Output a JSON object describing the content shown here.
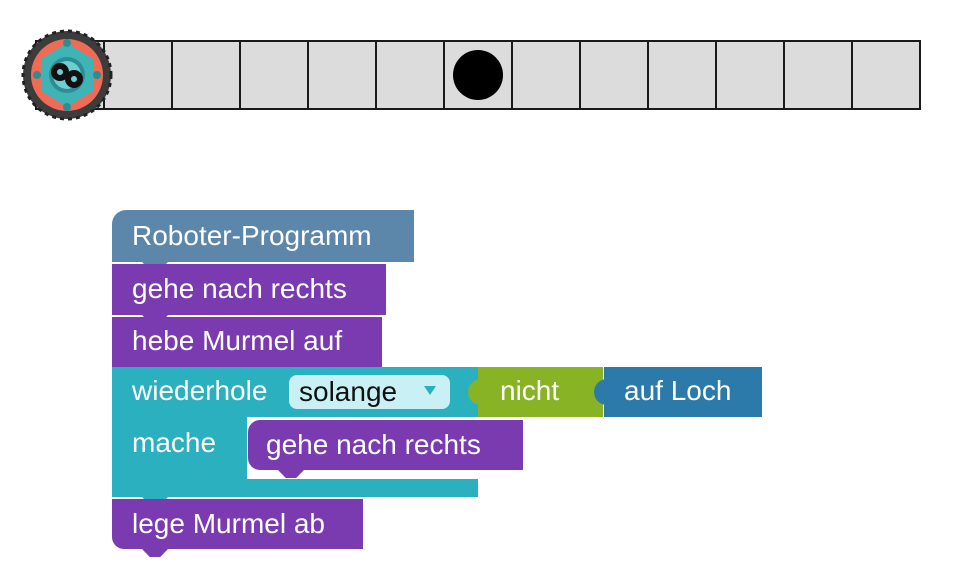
{
  "world": {
    "cells": 13,
    "hole_cell_index": 6,
    "marble_cell_index": 0,
    "robot_cell_index": 0
  },
  "program": {
    "hat_label": "Roboter-Programm",
    "step1_label": "gehe nach rechts",
    "step2_label": "hebe Murmel auf",
    "loop_label": "wiederhole",
    "loop_mode_value": "solange",
    "condition_not_label": "nicht",
    "condition_sensor_label": "auf Loch",
    "do_label": "mache",
    "loop_body_label": "gehe nach rechts",
    "step3_label": "lege Murmel ab"
  },
  "colors": {
    "hat": "#5d87aa",
    "action": "#7a3bb0",
    "loop": "#2bb0c0",
    "logic": "#88b324",
    "sensor": "#2c7aa9"
  },
  "icons": {
    "robot": "robot-icon",
    "marble": "marble-icon",
    "hole": "hole-icon",
    "dropdown": "chevron-down-icon"
  }
}
